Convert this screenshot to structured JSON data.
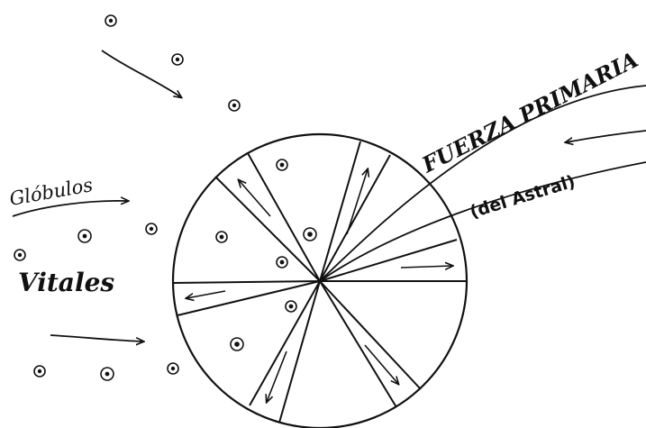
{
  "labels": {
    "fuerza_primaria": "FUERZA PRIMARIA",
    "del_astral": "(del Astral)",
    "globulos": "Glóbulos",
    "vitales": "Vitales"
  },
  "colors": {
    "ink": "#111111",
    "paper": "#ffffff"
  },
  "icons": {
    "globule": "small-circle-with-dot",
    "arrow": "curved-arrow"
  }
}
